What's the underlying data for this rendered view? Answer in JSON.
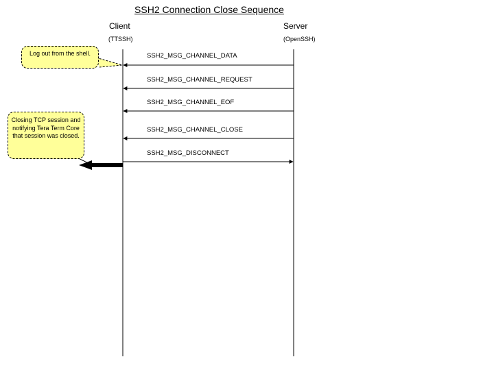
{
  "title": "SSH2  Connection Close Sequence",
  "actors": {
    "client": {
      "name": "Client",
      "subtitle": "(TTSSH)"
    },
    "server": {
      "name": "Server",
      "subtitle": "(OpenSSH)"
    }
  },
  "messages": [
    {
      "label": "SSH2_MSG_CHANNEL_DATA",
      "from": "server",
      "to": "client"
    },
    {
      "label": "SSH2_MSG_CHANNEL_REQUEST",
      "from": "server",
      "to": "client"
    },
    {
      "label": "SSH2_MSG_CHANNEL_EOF",
      "from": "server",
      "to": "client"
    },
    {
      "label": "SSH2_MSG_CHANNEL_CLOSE",
      "from": "server",
      "to": "client"
    },
    {
      "label": "SSH2_MSG_DISCONNECT",
      "from": "client",
      "to": "server"
    }
  ],
  "notes": [
    {
      "text": "Log out from the shell."
    },
    {
      "text": "Closing TCP session and notifying Tera Term Core that session was closed."
    }
  ],
  "colors": {
    "note_fill": "#ffff99",
    "line": "#000000"
  }
}
